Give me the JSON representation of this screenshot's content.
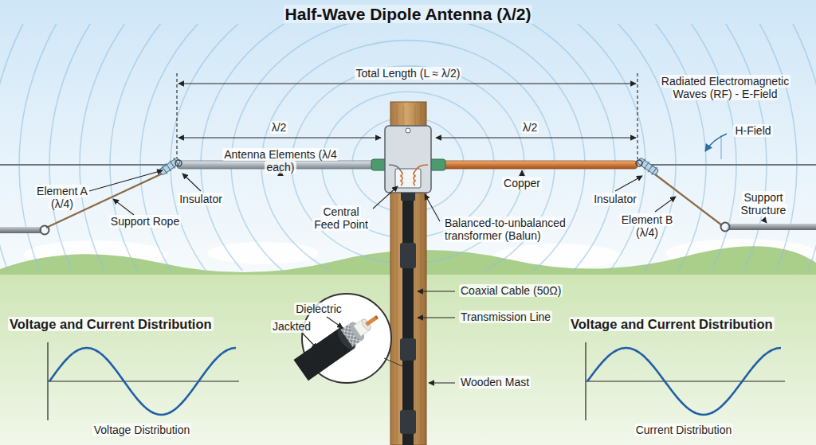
{
  "diagram": {
    "title": "Half-Wave Dipole Antenna (λ/2)",
    "labels": [
      "Total Length (L ≈ λ/2)",
      "λ/2",
      "λ/2",
      "Radiated Electromagnetic Waves (RF) - E-Field",
      "H-Field",
      "Element A (λ/4)",
      "Insulator",
      "Antenna Elements (λ/4 each)",
      "Central Feed Point",
      "Balanced-to-unbalanced transformer (Balun)",
      "Copper",
      "Insulator",
      "Element B (λ/4)",
      "Support Structure",
      "Support Rope",
      "Dielectric",
      "Jackted",
      "Coaxial Cable (50Ω)",
      "Transmission Line",
      "Wooden Mast",
      "Voltage and Current Distribution",
      "Voltage Distribution",
      "Voltage and Current Distribution",
      "Current Distribution"
    ]
  }
}
